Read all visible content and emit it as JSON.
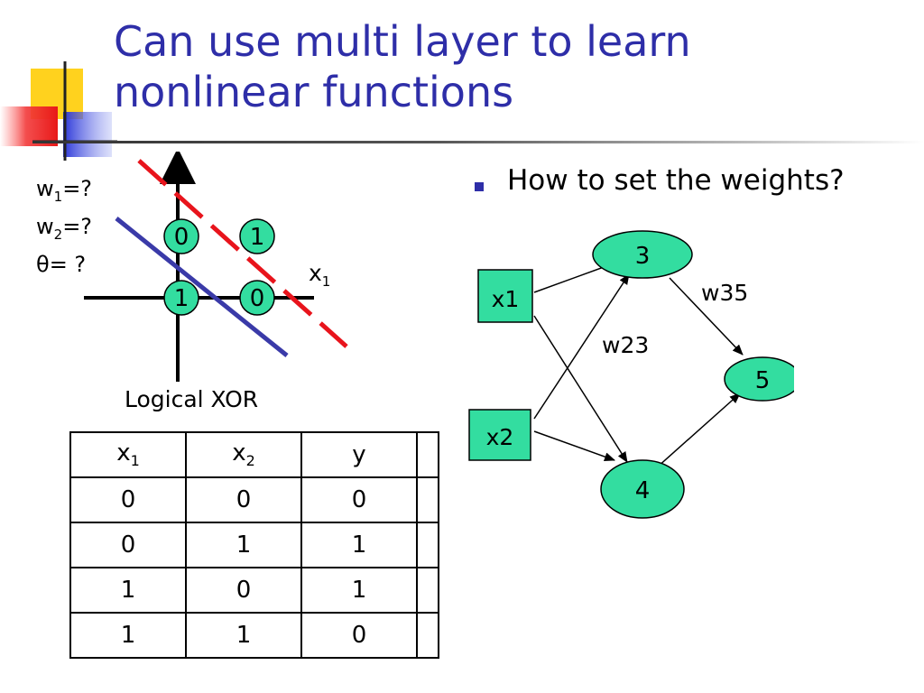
{
  "slide": {
    "title_line1": "Can use multi layer to learn",
    "title_line2": "nonlinear functions",
    "colors": {
      "title": "#2e2ea8",
      "node_fill": "#33dda0",
      "red_line": "#e8141c",
      "blue_line": "#3a3aa8",
      "bullet": "#2e2ea8"
    }
  },
  "params": {
    "w1_label": "w",
    "w1_sub": "1",
    "w1_value": "=?",
    "w2_label": "w",
    "w2_sub": "2",
    "w2_value": "=?",
    "theta_label": "θ",
    "theta_value": "= ?"
  },
  "xor_plot": {
    "x_axis_label": "x",
    "x_axis_sub": "1",
    "points": [
      {
        "label": "0",
        "position": "top-left"
      },
      {
        "label": "1",
        "position": "top-right"
      },
      {
        "label": "1",
        "position": "bottom-left"
      },
      {
        "label": "0",
        "position": "bottom-right"
      }
    ],
    "caption": "Logical XOR"
  },
  "truth_table": {
    "headers": [
      {
        "label": "x",
        "sub": "1"
      },
      {
        "label": "x",
        "sub": "2"
      },
      {
        "label": "y",
        "sub": ""
      },
      {
        "label": "",
        "sub": ""
      }
    ],
    "rows": [
      [
        "0",
        "0",
        "0",
        ""
      ],
      [
        "0",
        "1",
        "1",
        ""
      ],
      [
        "1",
        "0",
        "1",
        ""
      ],
      [
        "1",
        "1",
        "0",
        ""
      ]
    ]
  },
  "bullet": {
    "text": "How to set the weights?"
  },
  "network": {
    "inputs": {
      "x1": "x1",
      "x2": "x2"
    },
    "hidden": {
      "n3": "3",
      "n4": "4"
    },
    "output": {
      "n5": "5"
    },
    "weight_labels": {
      "w35": "w35",
      "w23": "w23"
    }
  }
}
